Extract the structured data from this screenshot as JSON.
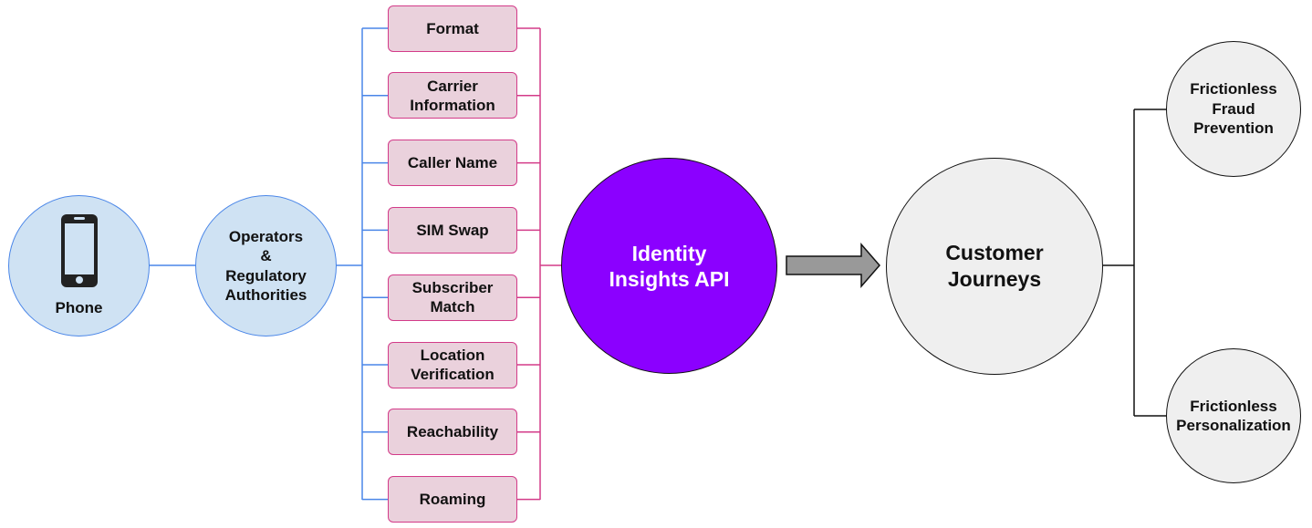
{
  "nodes": {
    "phone": {
      "label": "Phone",
      "icon": "smartphone-icon"
    },
    "operators": {
      "label": "Operators\n&\nRegulatory\nAuthorities"
    },
    "api": {
      "label": "Identity\nInsights API"
    },
    "journeys": {
      "label": "Customer\nJourneys"
    },
    "fraud": {
      "label": "Frictionless\nFraud\nPrevention"
    },
    "personalization": {
      "label": "Frictionless\nPersonalization"
    }
  },
  "features": [
    {
      "label": "Format"
    },
    {
      "label": "Carrier\nInformation"
    },
    {
      "label": "Caller Name"
    },
    {
      "label": "SIM Swap"
    },
    {
      "label": "Subscriber\nMatch"
    },
    {
      "label": "Location\nVerification"
    },
    {
      "label": "Reachability"
    },
    {
      "label": "Roaming"
    }
  ],
  "colors": {
    "blue_fill": "#cfe2f3",
    "blue_line": "#4a86e8",
    "pink_fill": "#ead1dc",
    "pink_line": "#d33b89",
    "api_fill": "#8b00ff",
    "gray_fill": "#efefef",
    "arrow_fill": "#999999"
  }
}
